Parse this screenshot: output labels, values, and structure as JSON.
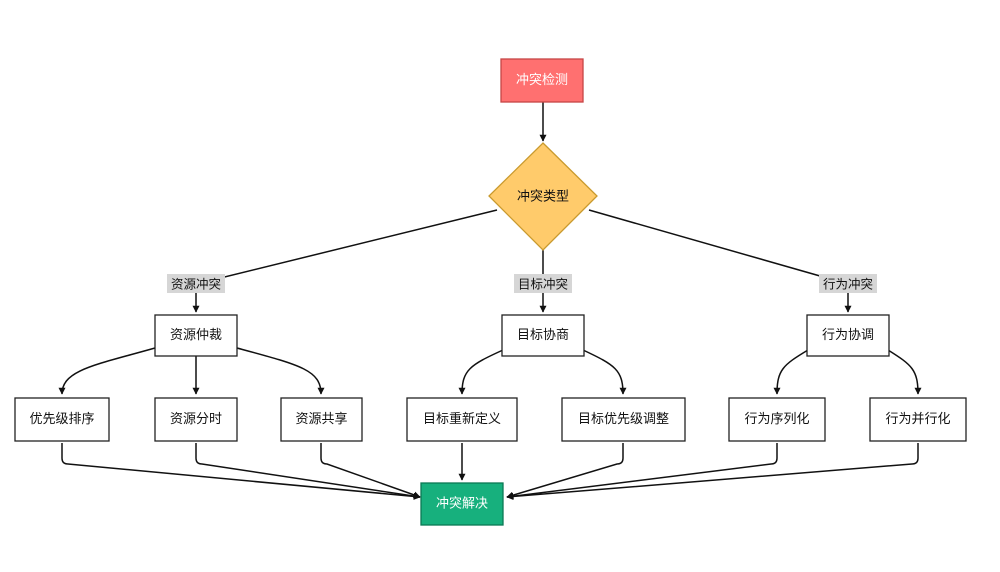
{
  "colors": {
    "start_fill": "#ff7070",
    "start_stroke": "#c74545",
    "start_text": "#ffffff",
    "decision_fill": "#ffcb6b",
    "decision_stroke": "#c99a2e",
    "end_fill": "#17b07d",
    "end_stroke": "#0a7a55",
    "end_text": "#ffffff"
  },
  "nodes": {
    "start": "冲突检测",
    "decision": "冲突类型",
    "resource_arbitration": "资源仲裁",
    "goal_negotiation": "目标协商",
    "behavior_coordination": "行为协调",
    "priority_sorting": "优先级排序",
    "resource_time_sharing": "资源分时",
    "resource_sharing": "资源共享",
    "goal_redefinition": "目标重新定义",
    "goal_priority_adjust": "目标优先级调整",
    "behavior_serialization": "行为序列化",
    "behavior_parallelization": "行为并行化",
    "end": "冲突解决"
  },
  "edge_labels": {
    "resource_conflict": "资源冲突",
    "goal_conflict": "目标冲突",
    "behavior_conflict": "行为冲突"
  }
}
